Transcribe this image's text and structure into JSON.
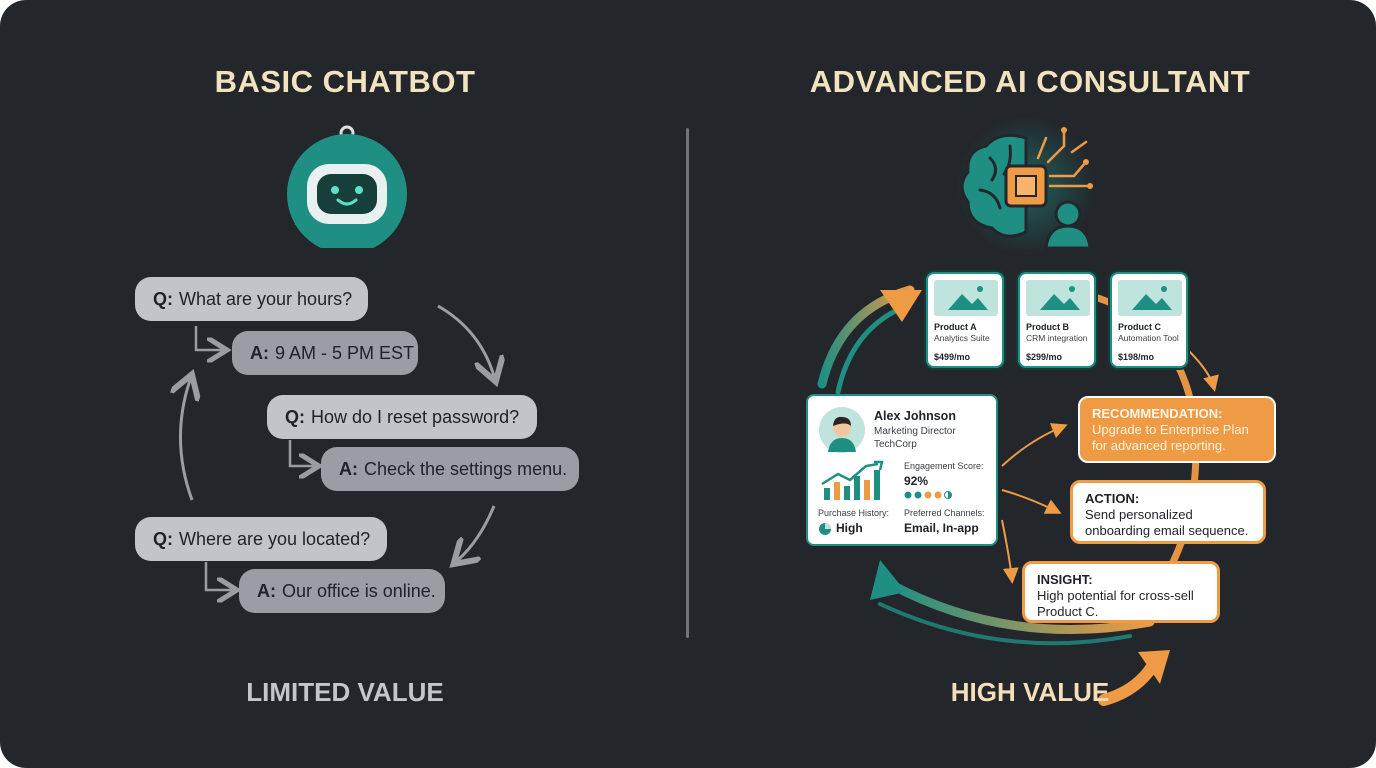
{
  "left": {
    "title": "BASIC CHATBOT",
    "footer": "LIMITED VALUE",
    "conversation": [
      {
        "q_prefix": "Q:",
        "q": "What are your hours?",
        "a_prefix": "A:",
        "a": "9 AM - 5 PM EST"
      },
      {
        "q_prefix": "Q:",
        "q": "How do I reset password?",
        "a_prefix": "A:",
        "a": "Check the settings menu."
      },
      {
        "q_prefix": "Q:",
        "q": "Where are you located?",
        "a_prefix": "A:",
        "a": "Our office is online."
      }
    ]
  },
  "right": {
    "title": "ADVANCED AI CONSULTANT",
    "footer": "HIGH VALUE",
    "products": [
      {
        "name": "Product A",
        "desc": "Analytics Suite",
        "price": "$499/mo"
      },
      {
        "name": "Product B",
        "desc": "CRM integration",
        "price": "$299/mo"
      },
      {
        "name": "Product C",
        "desc": "Automation Tool",
        "price": "$198/mo"
      }
    ],
    "profile": {
      "name": "Alex Johnson",
      "role": "Marketing Director",
      "company": "TechCorp",
      "engagement_label": "Engagement Score:",
      "engagement_value": "92%",
      "purchase_label": "Purchase History:",
      "purchase_value": "High",
      "channels_label": "Preferred Channels:",
      "channels_value": "Email, In-app"
    },
    "recommendation": {
      "heading": "RECOMMENDATION:",
      "text": "Upgrade to Enterprise Plan for advanced reporting."
    },
    "action": {
      "heading": "ACTION:",
      "text": "Send personalized onboarding email sequence."
    },
    "insight": {
      "heading": "INSIGHT:",
      "text": "High potential for cross-sell Product C."
    }
  },
  "colors": {
    "background": "#23262b",
    "teal": "#1f8f83",
    "orange": "#ef9a45",
    "title": "#f2e3bf"
  },
  "icons": [
    "robot-chat-icon",
    "brain-chip-icon",
    "user-icon",
    "image-placeholder-icon",
    "growth-chart-icon",
    "pie-icon",
    "arrow-icon"
  ]
}
